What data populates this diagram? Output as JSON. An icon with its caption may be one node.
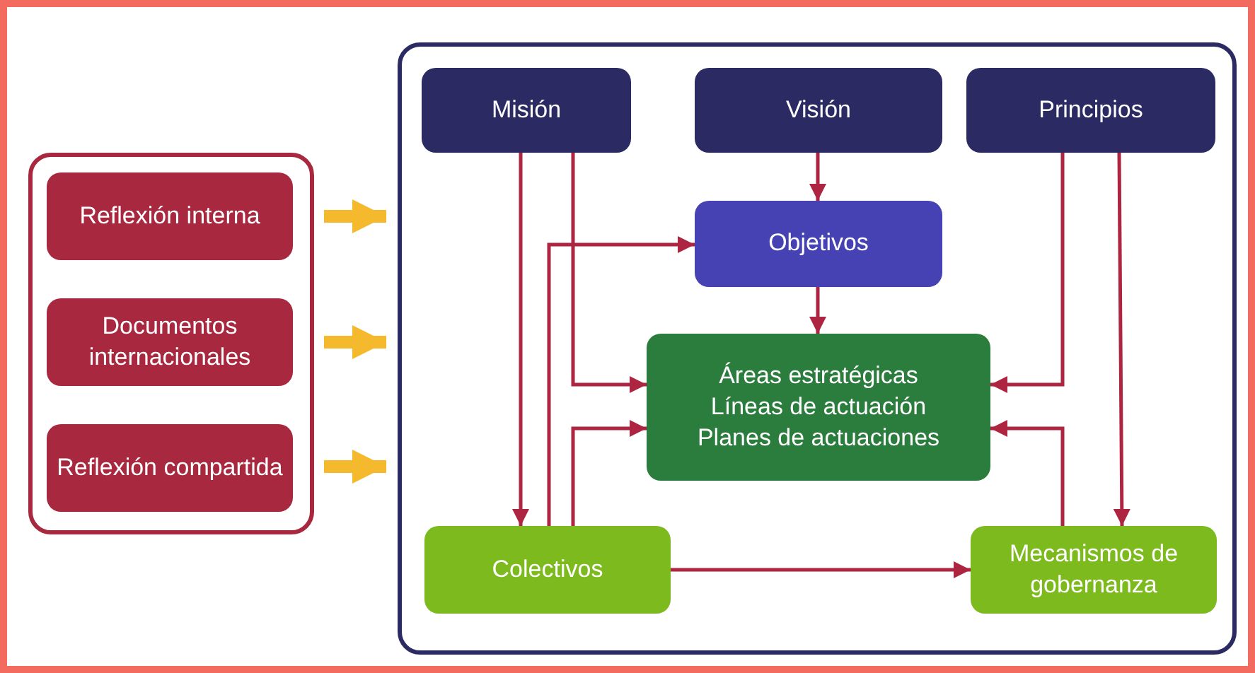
{
  "diagram": {
    "nodes": [
      {
        "text": [],
        "shape": "box"
      },
      {
        "text": [
          "Reflexión interna"
        ],
        "in": 0
      },
      {
        "text": [
          "Documentos internacionales"
        ],
        "in": 0
      },
      {
        "text": [
          "Reflexión compartida"
        ],
        "in": 0
      },
      {
        "text": [],
        "shape": "box"
      },
      {
        "text": [
          "Misión"
        ],
        "in": 4
      },
      {
        "text": [
          "Visión"
        ],
        "in": 4
      },
      {
        "text": [
          "Principios"
        ],
        "in": 4
      },
      {
        "text": [
          "Objetivos"
        ],
        "in": 4
      },
      {
        "text": [
          "Áreas estratégicas",
          "Líneas de actuación",
          "Planes de actuaciones"
        ],
        "in": 4
      },
      {
        "text": [
          "Colectivos"
        ],
        "in": 4
      },
      {
        "text": [
          "Mecanismos de gobernanza"
        ],
        "in": 4
      }
    ],
    "edges": [
      {
        "from": 1,
        "to": 4,
        "arrow": "to",
        "style": "thick",
        "color": "#f5b92e"
      },
      {
        "from": 2,
        "to": 4,
        "arrow": "to",
        "style": "thick",
        "color": "#f5b92e"
      },
      {
        "from": 3,
        "to": 4,
        "arrow": "to",
        "style": "thick",
        "color": "#f5b92e"
      },
      {
        "from": 5,
        "to": 10,
        "arrow": "to"
      },
      {
        "from": 5,
        "to": 9,
        "arrow": "to"
      },
      {
        "from": 6,
        "to": 8,
        "arrow": "to"
      },
      {
        "from": 8,
        "to": 9,
        "arrow": "to"
      },
      {
        "from": 7,
        "to": 9,
        "arrow": "to"
      },
      {
        "from": 7,
        "to": 11,
        "arrow": "to"
      },
      {
        "from": 10,
        "to": 8,
        "arrow": "to"
      },
      {
        "from": 10,
        "to": 9,
        "arrow": "to"
      },
      {
        "from": 10,
        "to": 11,
        "arrow": "to"
      },
      {
        "from": 11,
        "to": 9,
        "arrow": "to"
      }
    ]
  }
}
